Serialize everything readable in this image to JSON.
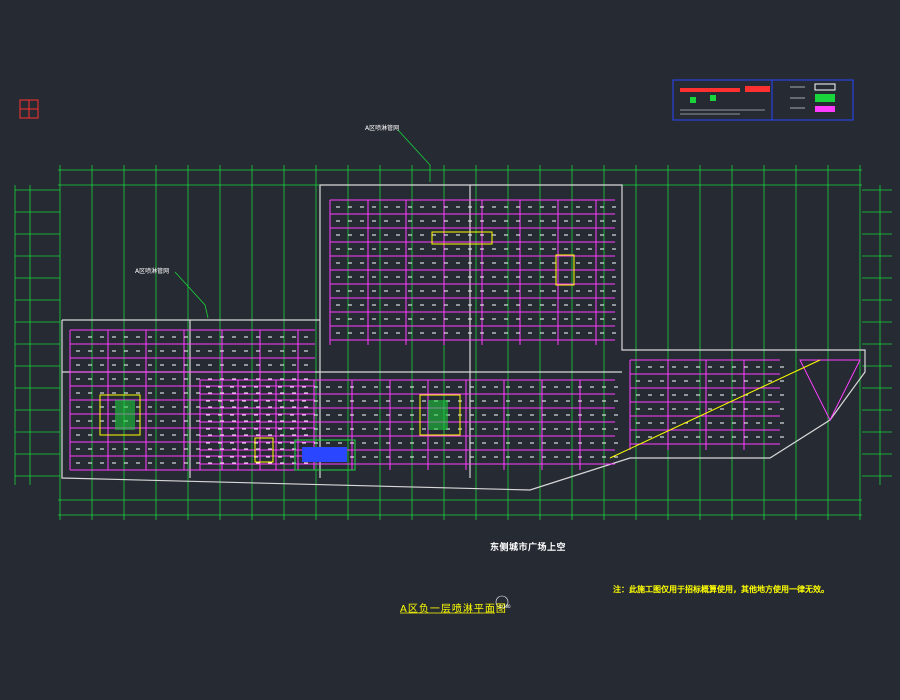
{
  "drawing": {
    "title": "A区负一层喷淋平面图",
    "above_label": "东侧城市广场上空",
    "note": "注：此施工图仅用于招标概算使用，其他地方使用一律无效。",
    "annotation_top": "A区喷淋管网",
    "annotation_left": "A区喷淋管网",
    "title_tag": "1:100"
  },
  "colors": {
    "background": "#262b33",
    "grid": "#19d43b",
    "walls": "#d8d8d8",
    "pipes": "#ff3cff",
    "heads": "#ffffff",
    "accent": "#ffff00",
    "legend_frame": "#2a46ff"
  }
}
